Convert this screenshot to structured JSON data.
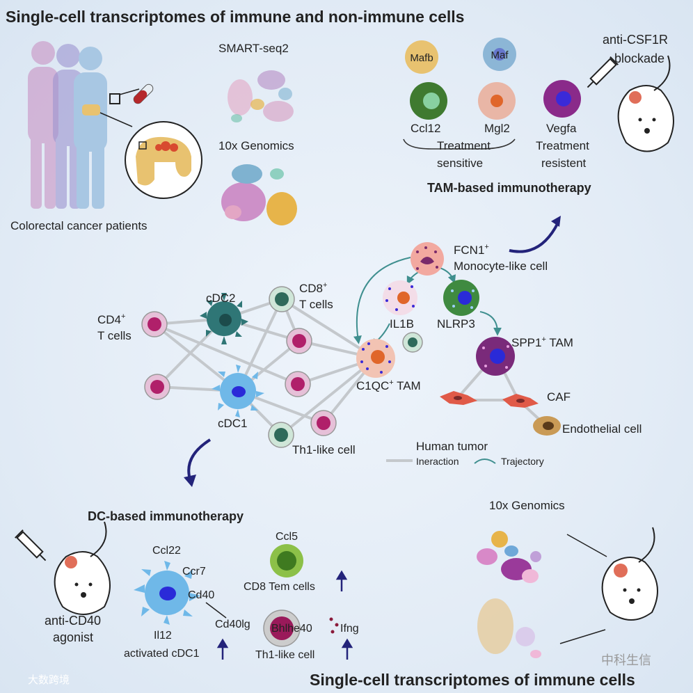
{
  "title_top": "Single-cell transcriptomes of immune and non-immune cells",
  "title_bottom": "Single-cell transcriptomes of immune cells",
  "patients_label": "Colorectal cancer patients",
  "smartseq_label": "SMART-seq2",
  "tenx_label_top": "10x Genomics",
  "tenx_label_bottom": "10x Genomics",
  "tam": {
    "cells": [
      "Mafb",
      "Maf"
    ],
    "ccl12": "Ccl12",
    "mgl2": "Mgl2",
    "vegfa": "Vegfa",
    "sensitive_1": "Treatment",
    "sensitive_2": "sensitive",
    "resistent_1": "Treatment",
    "resistent_2": "resistent",
    "heading": "TAM-based immunotherapy",
    "blockade_1": "anti-CSF1R",
    "blockade_2": "blockade"
  },
  "network": {
    "cd4_1": "CD4",
    "cd4_2": "T cells",
    "cdc2": "cDC2",
    "cd8_1": "CD8",
    "cd8_2": "T cells",
    "cdc1": "cDC1",
    "th1": "Th1-like cell",
    "fcn1_1": "FCN1",
    "fcn1_2": "Monocyte-like cell",
    "il1b": "IL1B",
    "nlrp3": "NLRP3",
    "c1qc": "C1QC",
    "c1qc_suffix": " TAM",
    "spp1": "SPP1",
    "spp1_suffix": " TAM",
    "caf": "CAF",
    "endo": "Endothelial cell",
    "plus": "+"
  },
  "legend": {
    "title": "Human tumor",
    "interaction": "Ineraction",
    "trajectory": "Trajectory"
  },
  "dc": {
    "heading": "DC-based immunotherapy",
    "agonist_1": "anti-CD40",
    "agonist_2": "agonist",
    "ccl22": "Ccl22",
    "ccr7": "Ccr7",
    "cd40": "Cd40",
    "cd40lg": "Cd40lg",
    "il12": "Il12",
    "activated": "activated cDC1",
    "ccl5": "Ccl5",
    "cd8tem": "CD8 Tem cells",
    "bhlhe40": "Bhlhe40",
    "ifng": "Ifng",
    "th1": "Th1-like cell"
  },
  "watermark_left": "大数跨境",
  "watermark_right": "中科生信",
  "colors": {
    "arrow": "#23237a",
    "line": "#c4c8cc",
    "trajectory": "#3f8f8f",
    "tumor": "#d84a30"
  }
}
